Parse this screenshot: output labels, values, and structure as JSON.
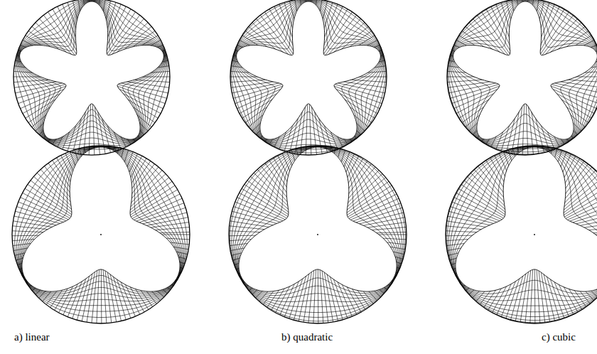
{
  "diagram": {
    "labels": [
      "a) linear",
      "b) quadratic",
      "c) cubic"
    ]
  }
}
